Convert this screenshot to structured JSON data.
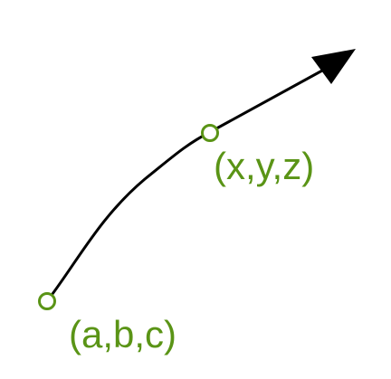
{
  "diagram": {
    "curve": {
      "color": "#000000",
      "arrowhead": "triangle-filled"
    },
    "points": {
      "start": {
        "label": "(a,b,c)",
        "marker": "open-circle"
      },
      "mid": {
        "label": "(x,y,z)",
        "marker": "open-circle"
      }
    },
    "colors": {
      "point": "#5a9416",
      "label": "#5a9416",
      "background": "#ffffff"
    }
  }
}
